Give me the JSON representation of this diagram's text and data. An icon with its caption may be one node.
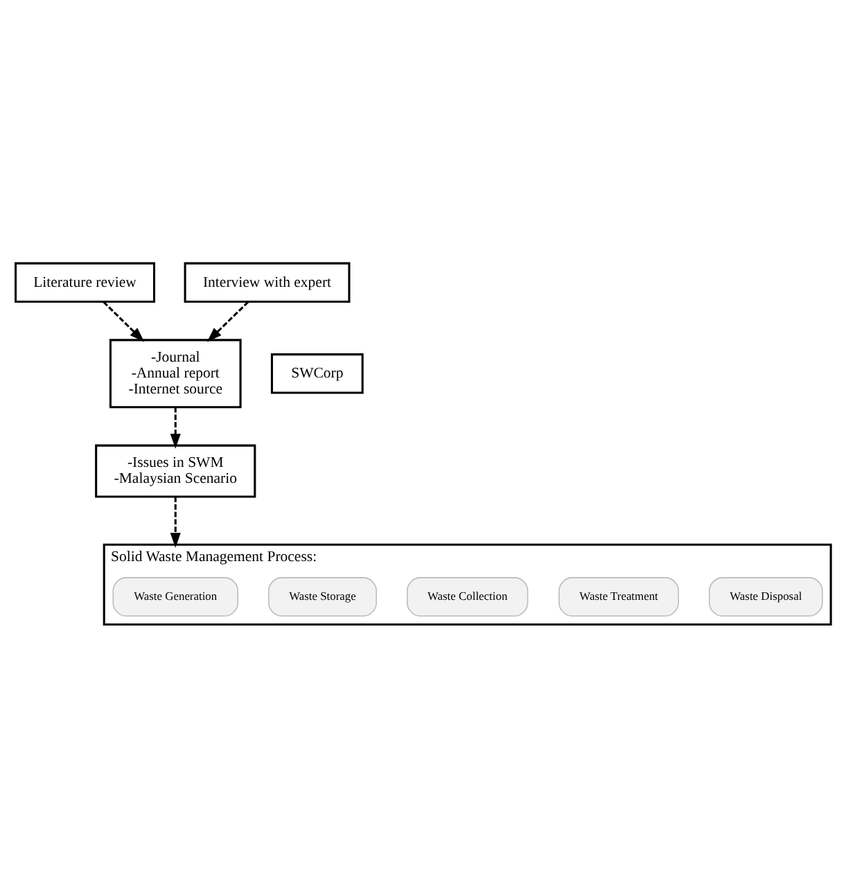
{
  "diagram": {
    "nodes": [
      {
        "text": [
          "Literature review"
        ]
      },
      {
        "text": [
          "Interview with expert"
        ]
      },
      {
        "text": [
          "-Journal",
          "-Annual report",
          "-Internet source"
        ]
      },
      {
        "text": [
          "SWCorp"
        ]
      },
      {
        "text": [
          "-Issues in SWM",
          "-Malaysian Scenario"
        ]
      },
      {
        "text": [
          "Solid Waste Management Process:"
        ]
      },
      {
        "text": [
          "Waste Generation"
        ],
        "in": 5
      },
      {
        "text": [
          "Waste Storage"
        ],
        "in": 5
      },
      {
        "text": [
          "Waste Collection"
        ],
        "in": 5
      },
      {
        "text": [
          "Waste Treatment"
        ],
        "in": 5
      },
      {
        "text": [
          "Waste Disposal"
        ],
        "in": 5
      }
    ],
    "edges": [
      {
        "from": 0,
        "to": 2,
        "arrow": "to",
        "style": "dashed"
      },
      {
        "from": 1,
        "to": 2,
        "arrow": "to",
        "style": "dashed"
      },
      {
        "from": 2,
        "to": 4,
        "arrow": "to",
        "style": "dashed"
      },
      {
        "from": 4,
        "to": 5,
        "arrow": "to",
        "style": "dashed"
      }
    ]
  }
}
